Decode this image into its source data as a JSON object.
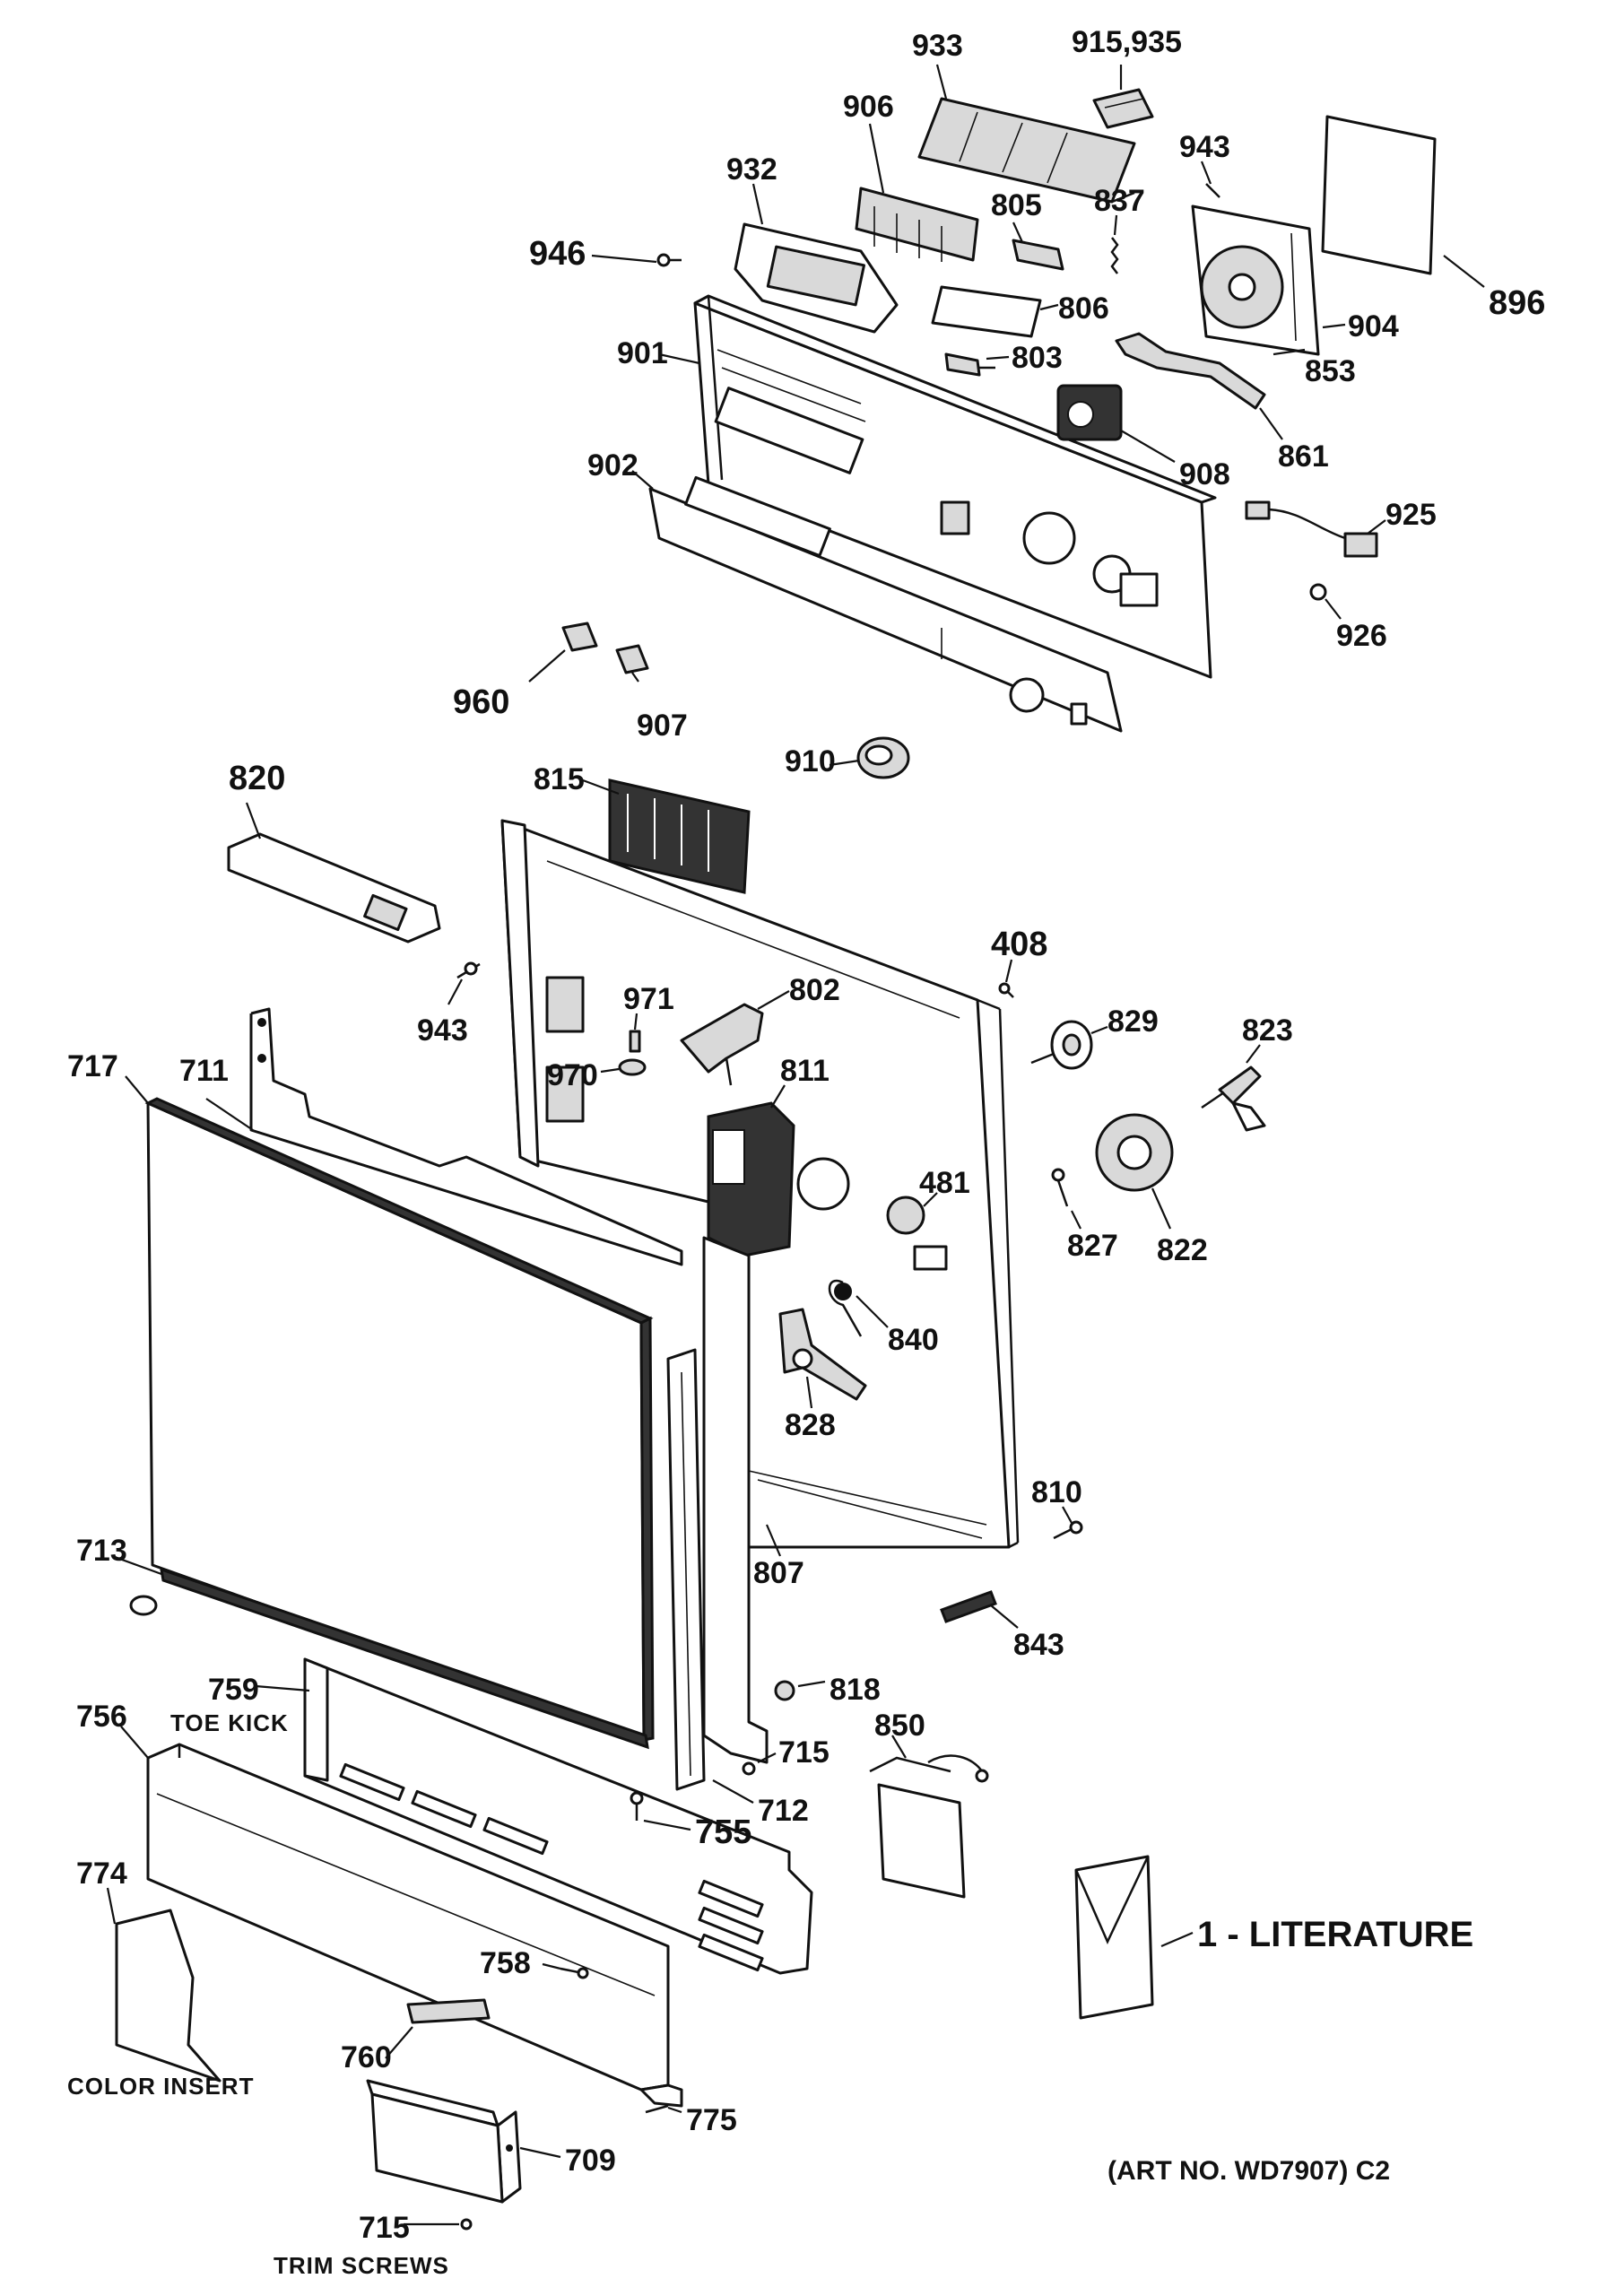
{
  "labels": {
    "p933": "933",
    "p915_935": "915,935",
    "p943_top": "943",
    "p896": "896",
    "p906": "906",
    "p932": "932",
    "p805": "805",
    "p837": "837",
    "p946": "946",
    "p806": "806",
    "p904": "904",
    "p901": "901",
    "p803": "803",
    "p853": "853",
    "p908": "908",
    "p861": "861",
    "p902": "902",
    "p925": "925",
    "p926": "926",
    "p960": "960",
    "p907": "907",
    "p910": "910",
    "p820": "820",
    "p815": "815",
    "p408": "408",
    "p943_mid": "943",
    "p971": "971",
    "p802": "802",
    "p829": "829",
    "p823": "823",
    "p717": "717",
    "p711": "711",
    "p970": "970",
    "p811": "811",
    "p481": "481",
    "p827": "827",
    "p822": "822",
    "p840": "840",
    "p828": "828",
    "p810": "810",
    "p713": "713",
    "p807": "807",
    "p843": "843",
    "p756": "756",
    "p759": "759",
    "toe_kick": "TOE KICK",
    "p818": "818",
    "p850": "850",
    "p715_mid": "715",
    "p755": "755",
    "p712": "712",
    "p774": "774",
    "p758": "758",
    "literature": "1 - LITERATURE",
    "p760": "760",
    "color_insert": "COLOR INSERT",
    "p775": "775",
    "p709": "709",
    "p715_bot": "715",
    "trim_screws": "TRIM SCREWS",
    "art_no": "(ART NO. WD7907) C2"
  }
}
